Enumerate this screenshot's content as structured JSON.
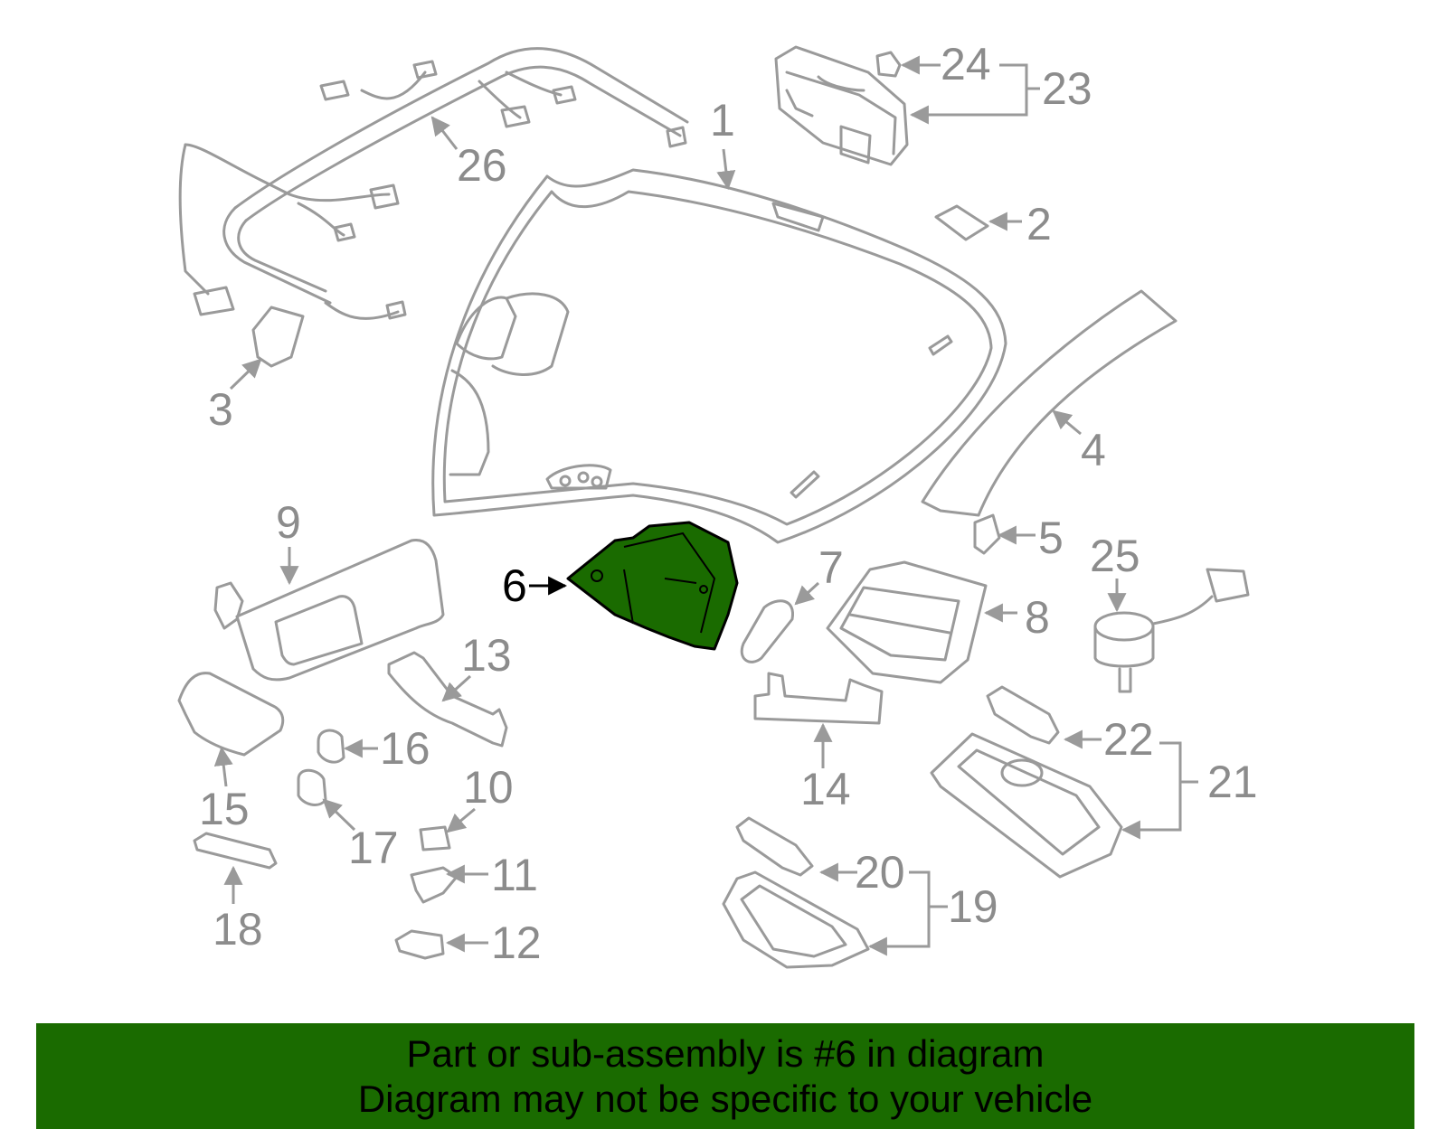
{
  "labels": {
    "p1": "1",
    "p2": "2",
    "p3": "3",
    "p4": "4",
    "p5": "5",
    "p6": "6",
    "p7": "7",
    "p8": "8",
    "p9": "9",
    "p10": "10",
    "p11": "11",
    "p12": "12",
    "p13": "13",
    "p14": "14",
    "p15": "15",
    "p16": "16",
    "p17": "17",
    "p18": "18",
    "p19": "19",
    "p20": "20",
    "p21": "21",
    "p22": "22",
    "p23": "23",
    "p24": "24",
    "p25": "25",
    "p26": "26"
  },
  "highlight": {
    "part": "6",
    "color": "#1a6b00"
  },
  "banner": {
    "line1": "Part or sub-assembly is #6 in diagram",
    "line2": "Diagram may not be specific to your vehicle",
    "background": "#1a6b00"
  }
}
